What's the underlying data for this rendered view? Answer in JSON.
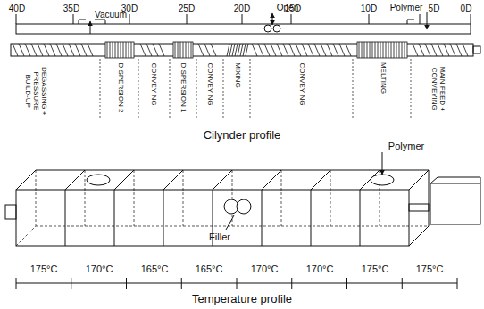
{
  "diagram": {
    "labels": [
      "40D",
      "35D",
      "30D",
      "25D",
      "20D",
      "15D",
      "10D",
      "5D",
      "0D",
      "Vacuum",
      "Open",
      "Polymer",
      "DEGASSING + PRESSURE BUILD-UP",
      "DISPERSION 2",
      "CONVEYING",
      "DISPERSION 1",
      "CONVEYING",
      "MIXING",
      "CONVEYING",
      "MELTING",
      "MAIN FEED + CONVEYING",
      "Cilynder profile",
      "Polymer",
      "Filler",
      "175°C",
      "170°C",
      "165°C",
      "165°C",
      "170°C",
      "170°C",
      "175°C",
      "175°C",
      "Temperature profile"
    ]
  }
}
